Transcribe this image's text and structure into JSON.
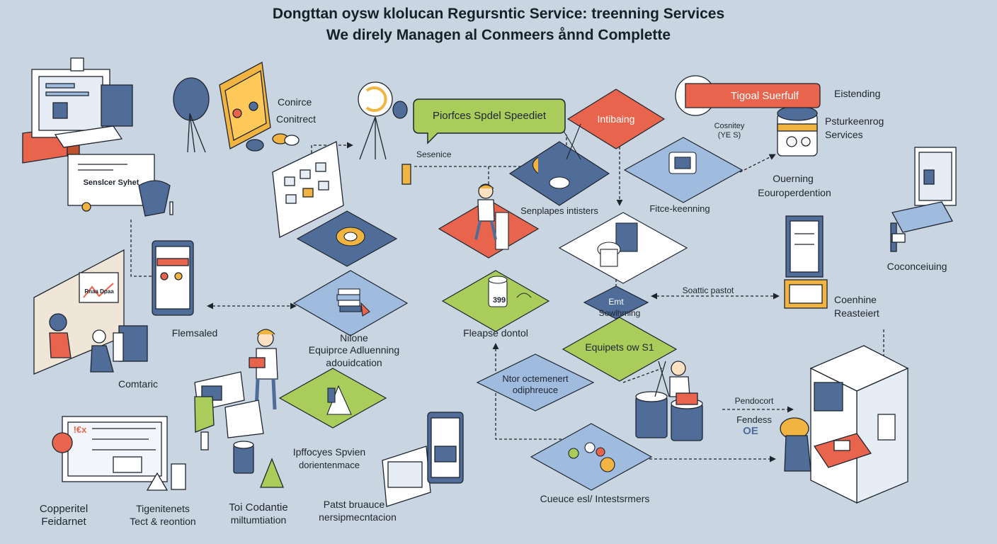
{
  "header": {
    "title_line1": "Dongttan oysw klolucan Regursntic Service: treenning Services",
    "title_line2": "We direly Managen al Conmeers ånnd Complette"
  },
  "callouts": {
    "green_speech": "Piorfces Spdel Speediet",
    "red_tab": "Tigoal Suerfulf",
    "red_diamond": "Intibaing",
    "panel_left": "Senslcer Syhet",
    "monitor_left": "Rnaa Dpaa",
    "checklist_mark": "!€x"
  },
  "labels": {
    "conirce": "Conirce",
    "contrect": "Conitrect",
    "sesenice": "Sesenice",
    "eistending": "Eistending",
    "cosnitey": "Cosnitey",
    "cosnitey_sub": "(YE S)",
    "psturkeenrog": "Psturkeenrog",
    "services": "Services",
    "ouerning": "Ouerning",
    "eouroperdention": "Eouroperdention",
    "senplapes": "Senplapes intisters",
    "fitce": "Fitce-keenning",
    "coconceiuing": "Coconceiuing",
    "flemsaled": "Flemsaled",
    "niione": "Niione",
    "equiprce": "Equiprce Adluenning",
    "adouidcation": "adouidcation",
    "fleapse": "Fleapse dontol",
    "emt": "Emt",
    "sowlhming": "Sowlhming",
    "soattic": "Soattic pastot",
    "coenhine": "Coenhine",
    "reasteiert": "Reasteiert",
    "equipets": "Equipets ow S1",
    "ntor": "Ntor octemenert",
    "odiphreuce": "odiphreuce",
    "comtaric": "Comtaric",
    "ipffocyes": "Ipffocyes Spvien",
    "doriertenmace": "dorientenmace",
    "pendocort": "Pendocort",
    "fendess": "Fendess",
    "cueuce": "Cueuce esl/ Intestsrmers",
    "copperitel": "Copperitel",
    "feidarnet": "Feidarnet",
    "tigenitenets": "Tigenitenets",
    "tect_reontion": "Tect & reontion",
    "toi_codantie": "Toi Codantie",
    "miltumtiation": "miltumtiation",
    "patst_bruauce": "Patst bruauce",
    "nersipmecntacion": "nersipmecntacion",
    "stack_num": "399",
    "oe_mark": "OE"
  },
  "colors": {
    "background": "#c9d5e0",
    "blue_tile": "#4f6d98",
    "light_blue_tile": "#9fbbdd",
    "green_tile": "#a9cc5a",
    "coral_tile": "#e8644c",
    "white_tile": "#ffffff",
    "ink": "#1e2530",
    "amber": "#f2b440"
  }
}
